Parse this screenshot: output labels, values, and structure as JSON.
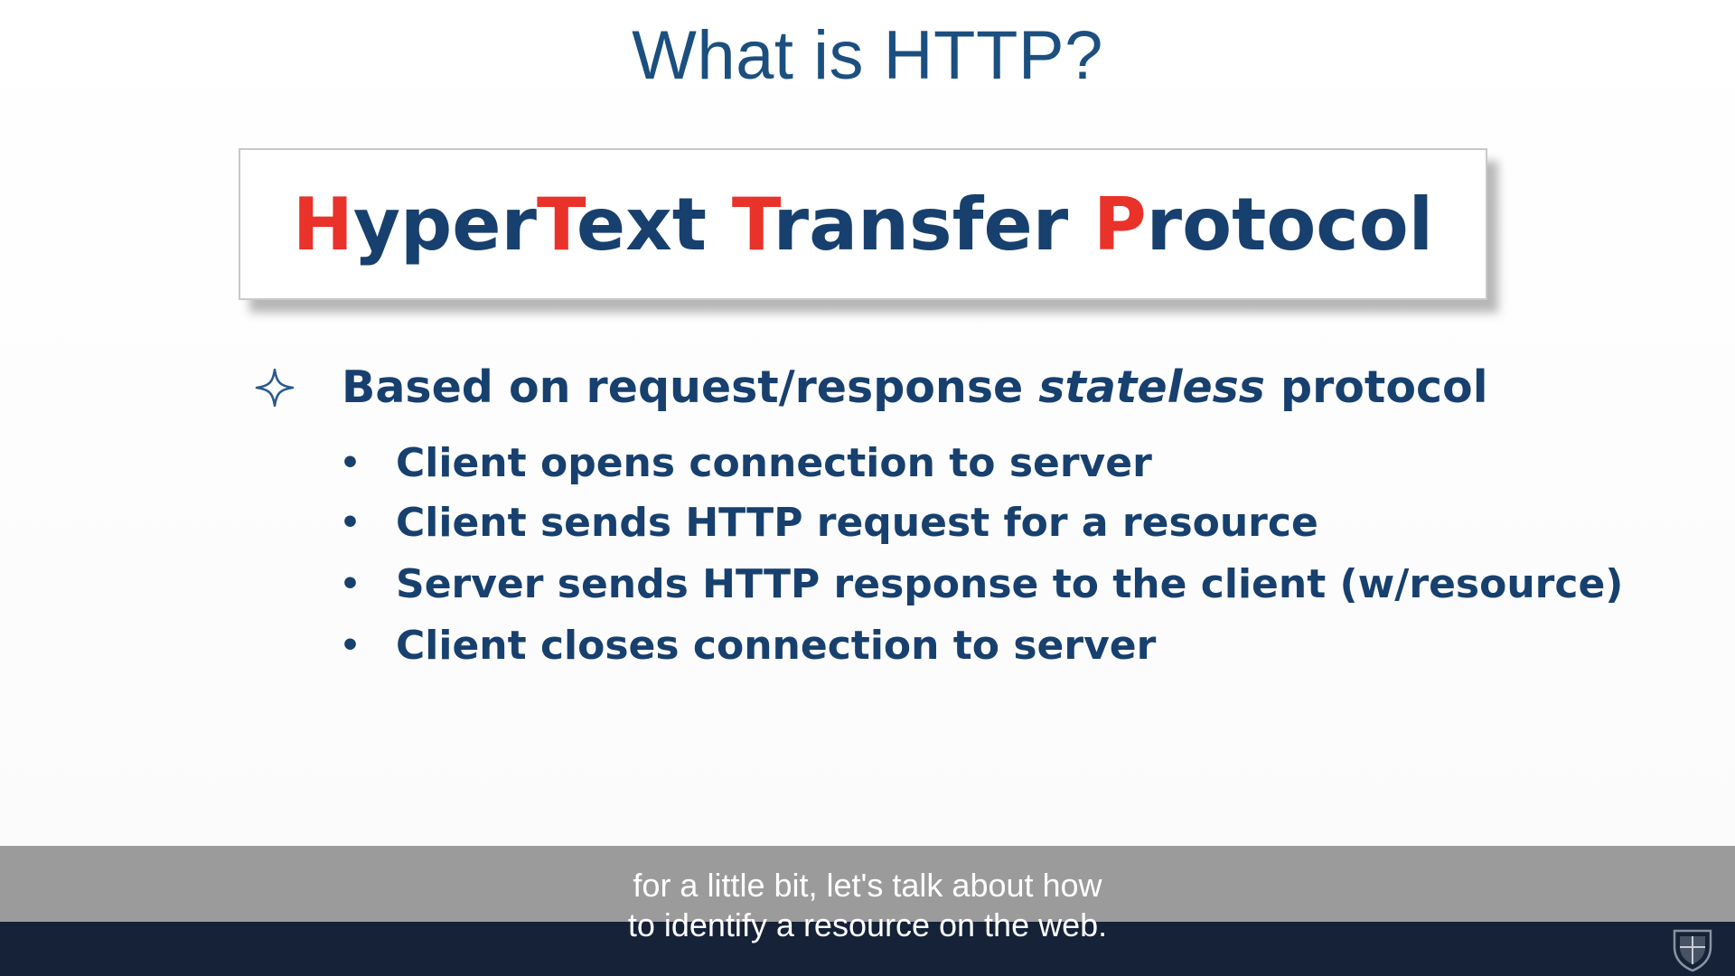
{
  "slide": {
    "title": "What is HTTP?",
    "acronym": [
      {
        "letter": "H",
        "rest": "yper"
      },
      {
        "letter": "T",
        "rest": "ext "
      },
      {
        "letter": "T",
        "rest": "ransfer "
      },
      {
        "letter": "P",
        "rest": "rotocol"
      }
    ],
    "main_point": {
      "before": "Based on request/response ",
      "emphasis": "stateless",
      "after": " protocol",
      "icon": "four-point-star-icon"
    },
    "sub_points": [
      "Client opens connection to server",
      "Client sends HTTP request for a resource",
      "Server sends HTTP response to the client (w/resource)",
      "Client closes connection to server"
    ],
    "bullet_char": "•"
  },
  "caption": {
    "line1": "for a little bit, let's talk about how",
    "line2": "to identify a resource on the web."
  },
  "branding": {
    "icon": "university-shield-icon"
  },
  "colors": {
    "title": "#1b4f7f",
    "text": "#17406e",
    "highlight": "#e8322a",
    "caption_band": "#9b9b9b",
    "bottom_bar": "#152238"
  }
}
